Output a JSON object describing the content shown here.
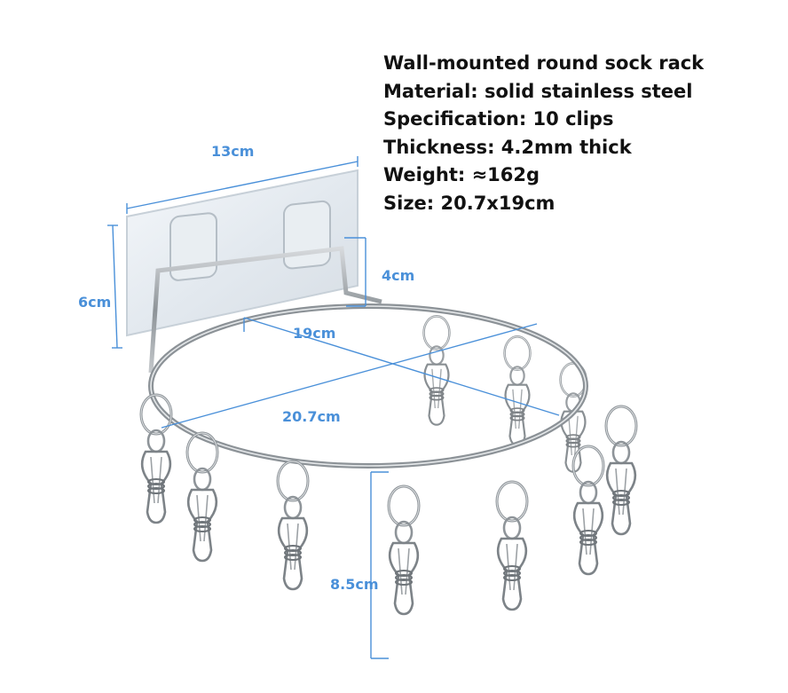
{
  "specs": {
    "title": "Wall-mounted round sock rack",
    "material": "Material: solid stainless steel",
    "specification": "Specification: 10 clips",
    "thickness": "Thickness: 4.2mm thick",
    "weight": "Weight: ≈162g",
    "size": "Size: 20.7x19cm"
  },
  "dimensions": {
    "plate_width": "13cm",
    "plate_height": "6cm",
    "bracket_depth": "4cm",
    "rack_depth": "19cm",
    "rack_width": "20.7cm",
    "clip_length": "8.5cm"
  },
  "colors": {
    "dimension_lines": "#4a90d9",
    "steel": "#9aa0a6",
    "plate": "#dfe6ec"
  }
}
